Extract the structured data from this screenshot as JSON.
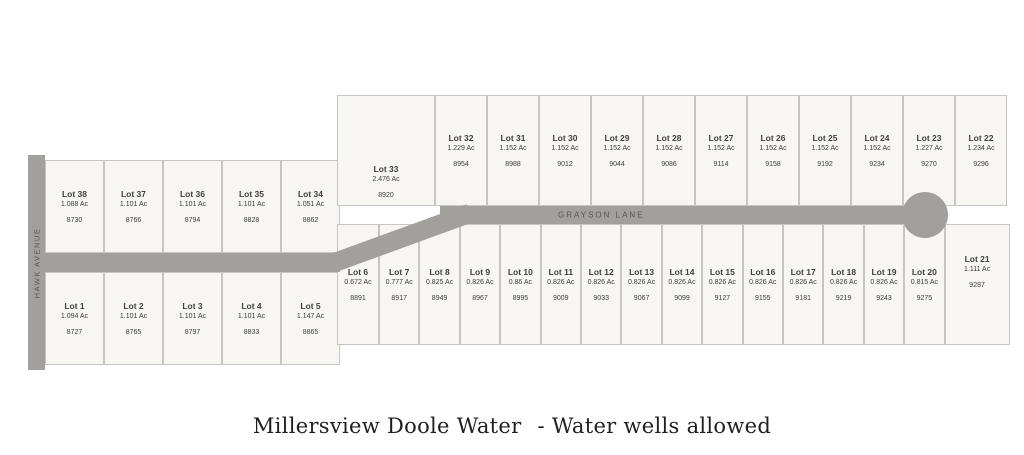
{
  "map": {
    "roads": {
      "hawk_avenue": "HAWK AVENUE",
      "grayson_lane": "GRAYSON LANE"
    },
    "rows": {
      "left_top": [
        {
          "name": "Lot 38",
          "acres": "1.088 Ac",
          "id": "8730"
        },
        {
          "name": "Lot 37",
          "acres": "1.101 Ac",
          "id": "8766"
        },
        {
          "name": "Lot 36",
          "acres": "1.101 Ac",
          "id": "8794"
        },
        {
          "name": "Lot 35",
          "acres": "1.101 Ac",
          "id": "8828"
        },
        {
          "name": "Lot 34",
          "acres": "1.051 Ac",
          "id": "8862"
        }
      ],
      "left_bottom": [
        {
          "name": "Lot 1",
          "acres": "1.094 Ac",
          "id": "8727"
        },
        {
          "name": "Lot 2",
          "acres": "1.101 Ac",
          "id": "8765"
        },
        {
          "name": "Lot 3",
          "acres": "1.101 Ac",
          "id": "8797"
        },
        {
          "name": "Lot 4",
          "acres": "1.101 Ac",
          "id": "8833"
        },
        {
          "name": "Lot 5",
          "acres": "1.147 Ac",
          "id": "8865"
        }
      ],
      "right_top": [
        {
          "name": "Lot 33",
          "acres": "2.476 Ac",
          "id": "8920"
        },
        {
          "name": "Lot 32",
          "acres": "1.229 Ac",
          "id": "8954"
        },
        {
          "name": "Lot 31",
          "acres": "1.152 Ac",
          "id": "8988"
        },
        {
          "name": "Lot 30",
          "acres": "1.152 Ac",
          "id": "9012"
        },
        {
          "name": "Lot 29",
          "acres": "1.152 Ac",
          "id": "9044"
        },
        {
          "name": "Lot 28",
          "acres": "1.152 Ac",
          "id": "9086"
        },
        {
          "name": "Lot 27",
          "acres": "1.152 Ac",
          "id": "9114"
        },
        {
          "name": "Lot 26",
          "acres": "1.152 Ac",
          "id": "9158"
        },
        {
          "name": "Lot 25",
          "acres": "1.152 Ac",
          "id": "9192"
        },
        {
          "name": "Lot 24",
          "acres": "1.152 Ac",
          "id": "9234"
        },
        {
          "name": "Lot 23",
          "acres": "1.227 Ac",
          "id": "9270"
        },
        {
          "name": "Lot 22",
          "acres": "1.234 Ac",
          "id": "9296"
        }
      ],
      "right_bottom": [
        {
          "name": "Lot 6",
          "acres": "0.672 Ac",
          "id": "8891"
        },
        {
          "name": "Lot 7",
          "acres": "0.777 Ac",
          "id": "8917"
        },
        {
          "name": "Lot 8",
          "acres": "0.825 Ac",
          "id": "8949"
        },
        {
          "name": "Lot 9",
          "acres": "0.826 Ac",
          "id": "8967"
        },
        {
          "name": "Lot 10",
          "acres": "0.86 Ac",
          "id": "8995"
        },
        {
          "name": "Lot 11",
          "acres": "0.826 Ac",
          "id": "9009"
        },
        {
          "name": "Lot 12",
          "acres": "0.826 Ac",
          "id": "9033"
        },
        {
          "name": "Lot 13",
          "acres": "0.826 Ac",
          "id": "9067"
        },
        {
          "name": "Lot 14",
          "acres": "0.826 Ac",
          "id": "9099"
        },
        {
          "name": "Lot 15",
          "acres": "0.826 Ac",
          "id": "9127"
        },
        {
          "name": "Lot 16",
          "acres": "0.826 Ac",
          "id": "9155"
        },
        {
          "name": "Lot 17",
          "acres": "0.826 Ac",
          "id": "9181"
        },
        {
          "name": "Lot 18",
          "acres": "0.826 Ac",
          "id": "9219"
        },
        {
          "name": "Lot 19",
          "acres": "0.826 Ac",
          "id": "9243"
        },
        {
          "name": "Lot 20",
          "acres": "0.815 Ac",
          "id": "9275"
        },
        {
          "name": "Lot 21",
          "acres": "1.111 Ac",
          "id": "9287"
        }
      ]
    }
  },
  "footer": {
    "title_main": "Millersview Doole Water",
    "title_note": "- Water wells allowed"
  },
  "colors": {
    "road": "#a2a09d",
    "road_text": "#56565a",
    "lot_fill": "#f7f6f3",
    "lot_border": "#c6c5c2",
    "text": "#404040"
  }
}
